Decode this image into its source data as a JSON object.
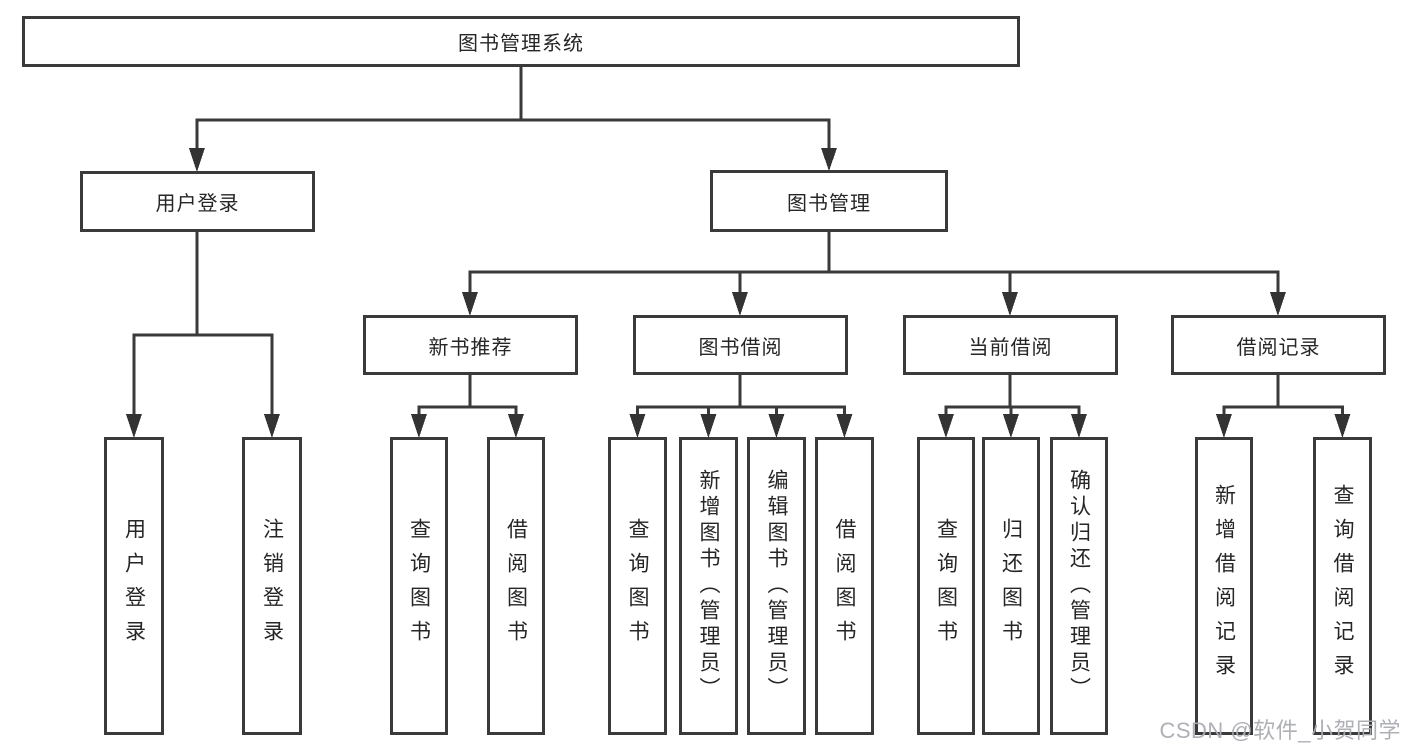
{
  "tree": {
    "root": "图书管理系统",
    "level2": [
      {
        "label": "用户登录",
        "leaves": [
          "用户登录",
          "注销登录"
        ]
      },
      {
        "label": "图书管理",
        "groups": [
          {
            "label": "新书推荐",
            "leaves": [
              "查询图书",
              "借阅图书"
            ]
          },
          {
            "label": "图书借阅",
            "leaves": [
              "查询图书",
              "新增图书（管理员）",
              "编辑图书（管理员）",
              "借阅图书"
            ]
          },
          {
            "label": "当前借阅",
            "leaves": [
              "查询图书",
              "归还图书",
              "确认归还（管理员）"
            ]
          },
          {
            "label": "借阅记录",
            "leaves": [
              "新增借阅记录",
              "查询借阅记录"
            ]
          }
        ]
      }
    ]
  },
  "watermark": {
    "text": "CSDN @软件_小贺同学"
  },
  "colors": {
    "line": "#3a3a3a",
    "box_border": "#3a3a3a",
    "text": "#262626",
    "background": "#ffffff",
    "watermark": "#aaacb2"
  }
}
